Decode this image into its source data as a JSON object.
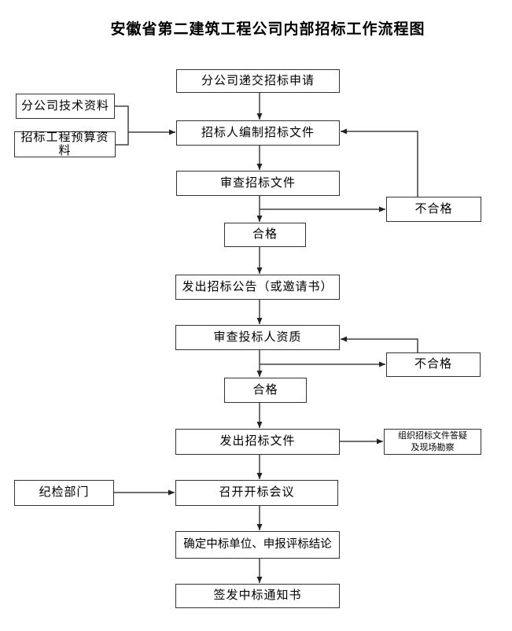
{
  "title": "安徽省第二建筑工程公司内部招标工作流程图",
  "colors": {
    "background": "#ffffff",
    "box_border": "#333333",
    "connector": "#404040",
    "text": "#000000"
  },
  "nodes": {
    "submit": {
      "label": "分公司递交招标申请"
    },
    "tech": {
      "label": "分公司技术资料"
    },
    "budget": {
      "label": "招标工程预算资料"
    },
    "compile": {
      "label": "招标人编制招标文件"
    },
    "review_docs": {
      "label": "审查招标文件"
    },
    "fail1": {
      "label": "不合格"
    },
    "pass1": {
      "label": "合格"
    },
    "announce": {
      "label": "发出招标公告（或邀请书）"
    },
    "review_bidders": {
      "label": "审查投标人资质"
    },
    "fail2": {
      "label": "不合格"
    },
    "pass2": {
      "label": "合格"
    },
    "issue": {
      "label": "发出招标文件"
    },
    "qa": {
      "line1": "组织招标文件答疑",
      "line2": "及现场勘察"
    },
    "discipline": {
      "label": "纪检部门"
    },
    "meeting": {
      "label": "召开开标会议"
    },
    "determine": {
      "label": "确定中标单位、申报评标结论"
    },
    "notice": {
      "label": "签发中标通知书"
    }
  }
}
